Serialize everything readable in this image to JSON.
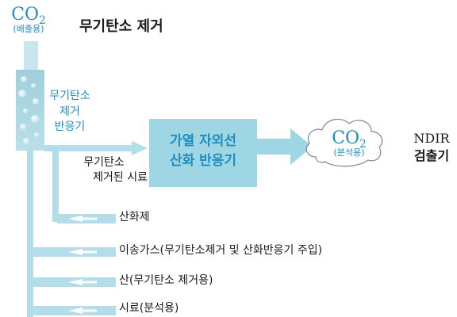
{
  "title": "무기탄소 제거",
  "co2_in": {
    "formula": "CO",
    "subscript": "2",
    "note": "(배출용)"
  },
  "reactor_label": [
    "무기탄소",
    "제거",
    "반응기"
  ],
  "after_reactor_label": [
    "무기탄소",
    "제거된 시료"
  ],
  "oxidation_box": [
    "가열 자외선",
    "산화 반응기"
  ],
  "co2_out": {
    "formula": "CO",
    "subscript": "2",
    "note": "(분석용)"
  },
  "detector": [
    "NDIR",
    "검출기"
  ],
  "inputs": [
    "산화제",
    "이송가스(무기탄소제거 및 산화반응기 주입)",
    "산(무기탄소 제거용)",
    "시료(분석용)"
  ],
  "colors": {
    "flow": "#b3dde8",
    "arrow_head": "#ffffff",
    "box": "#9fd6e3",
    "accent_text": "#1f8dbf",
    "cloud_stroke": "#7a8a90"
  }
}
